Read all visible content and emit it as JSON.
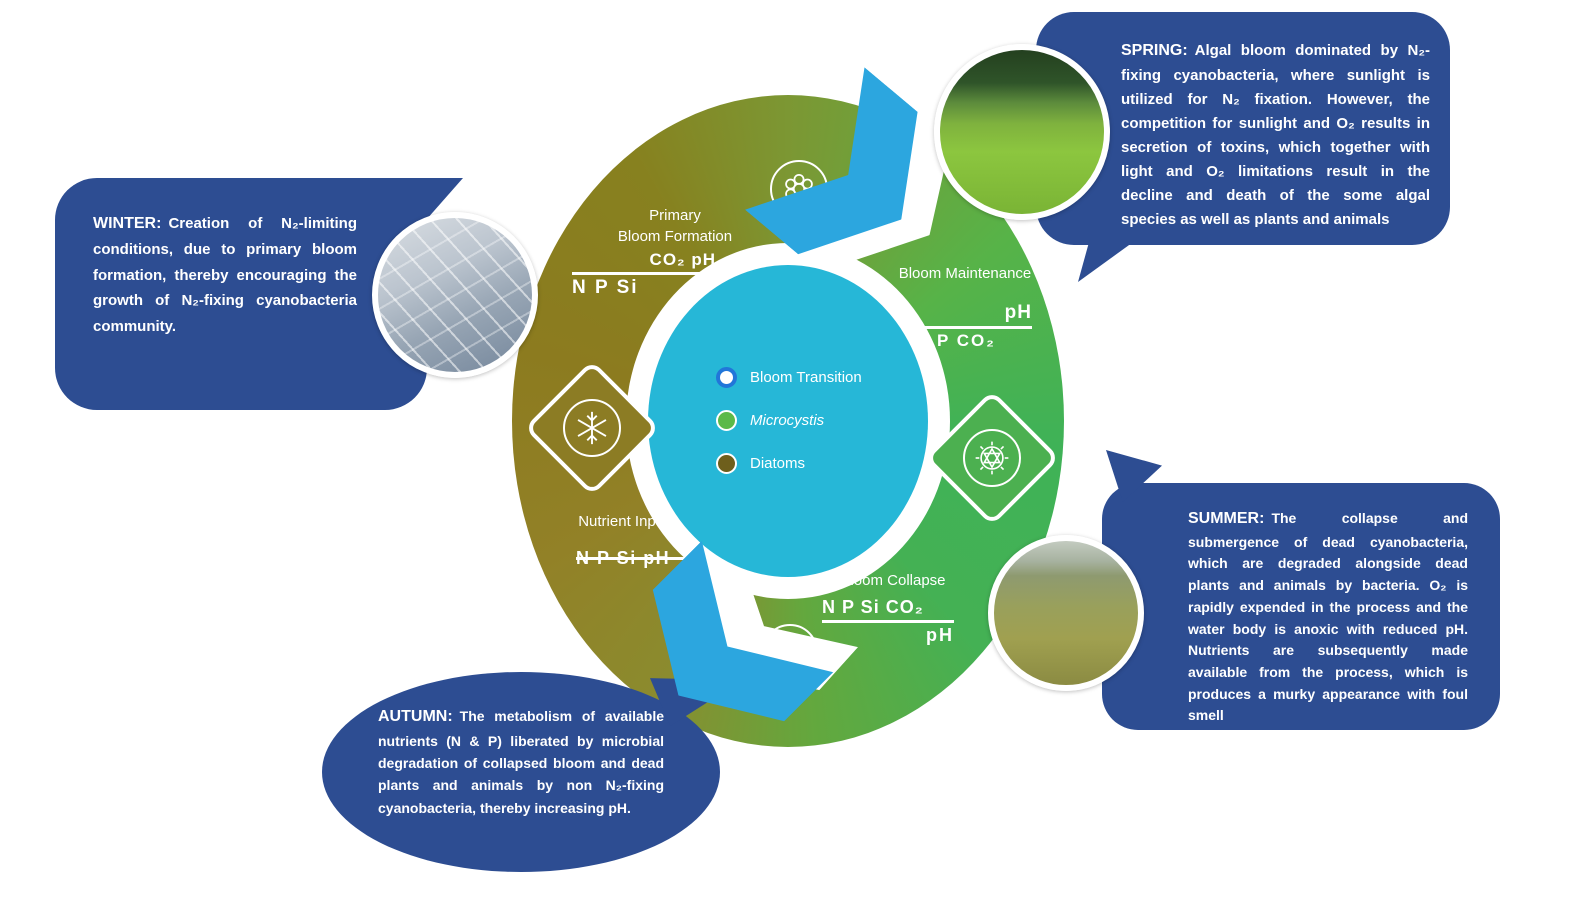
{
  "colors": {
    "callout_navy": "#2d4d92",
    "center_cyan": "#26b7d7",
    "ring_olive": "#8c7c24",
    "ring_green": "#4cb050",
    "arrow_blue": "#2ca6df",
    "legend_blue": "#2176d9",
    "legend_green": "#5cb949",
    "legend_brown": "#6e5f1c"
  },
  "center_legend": {
    "items": [
      {
        "label": "Bloom Transition",
        "marker": "blue-outline-circle"
      },
      {
        "label": "Microcystis",
        "marker": "green-circle"
      },
      {
        "label": "Diatoms",
        "marker": "brown-circle"
      }
    ]
  },
  "phases": {
    "primary": {
      "label": "Primary\nBloom Formation",
      "up": "CO₂ pH",
      "down": "N P Si"
    },
    "maintenance": {
      "label": "Bloom Maintenance",
      "up": "pH",
      "down": "N P CO₂"
    },
    "collapse": {
      "label": "Bloom Collapse",
      "up": "N P Si CO₂",
      "down": "pH"
    },
    "nutrients": {
      "label": "Nutrient Inputs",
      "up": "",
      "down": "N  P  Si  pH"
    }
  },
  "icons": {
    "top": "flower-icon",
    "left": "snowflake-icon",
    "right": "sun-icon",
    "bottom": "leaf-icon"
  },
  "callouts": {
    "winter": {
      "title": "WINTER:",
      "body": "Creation of N₂-limiting conditions, due to primary bloom formation, thereby encouraging the growth of N₂-fixing cyanobacteria community."
    },
    "spring": {
      "title": "SPRING:",
      "body": "Algal bloom dominated by N₂-fixing cyanobacteria, where sunlight is utilized for N₂ fixation. However, the competition for sunlight and O₂ results in secretion of toxins, which together with light and O₂ limitations result in the decline and death of the some algal species as well as plants and animals"
    },
    "summer": {
      "title": "SUMMER:",
      "body": "The collapse and submergence of dead cyanobacteria, which are degraded alongside dead plants and animals by bacteria. O₂ is rapidly expended in the process and the water body is anoxic with reduced pH. Nutrients are subsequently made available from the process, which is produces a murky appearance with foul smell"
    },
    "autumn": {
      "title": "AUTUMN:",
      "body": "The metabolism of available nutrients (N & P) liberated by microbial degradation of collapsed bloom and dead plants and animals by non N₂-fixing cyanobacteria, thereby increasing pH."
    }
  }
}
